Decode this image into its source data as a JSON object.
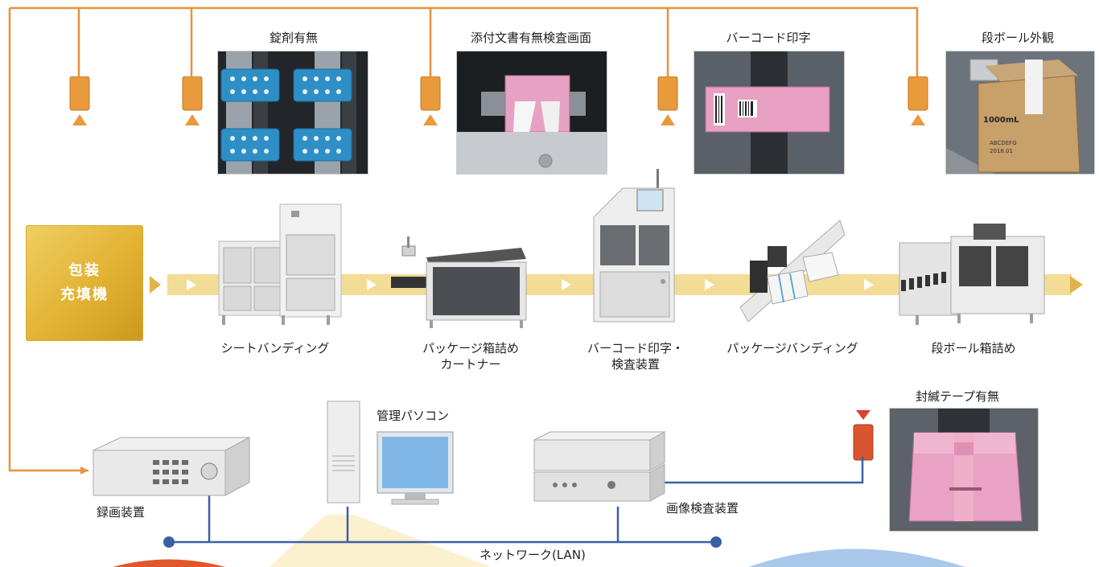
{
  "inspections": {
    "tablet": {
      "label": "錠剤有無"
    },
    "leaflet": {
      "label": "添付文書有無検査画面"
    },
    "barcode": {
      "label": "バーコード印字"
    },
    "carton": {
      "label": "段ボール外観",
      "box_text": "1000mL",
      "code_text": "ABCDEFG",
      "date_text": "2018.01"
    },
    "seal": {
      "label": "封緘テープ有無"
    }
  },
  "process": {
    "start_label_1": "包装",
    "start_label_2": "充填機",
    "machines": [
      {
        "label": "シートバンディング"
      },
      {
        "label_1": "パッケージ箱詰め",
        "label_2": "カートナー"
      },
      {
        "label_1": "バーコード印字・",
        "label_2": "検査装置"
      },
      {
        "label": "パッケージバンディング"
      },
      {
        "label": "段ボール箱詰め"
      }
    ]
  },
  "network": {
    "recorder": "録画装置",
    "pc": "管理パソコン",
    "inspector": "画像検査装置",
    "lan": "ネットワーク(LAN)"
  },
  "colors": {
    "orange_line": "#e8913a",
    "sensor": "#e89a3c",
    "sensor_red": "#d9462b",
    "lan_blue": "#3b5fa6",
    "flow": "#f0d88a"
  }
}
